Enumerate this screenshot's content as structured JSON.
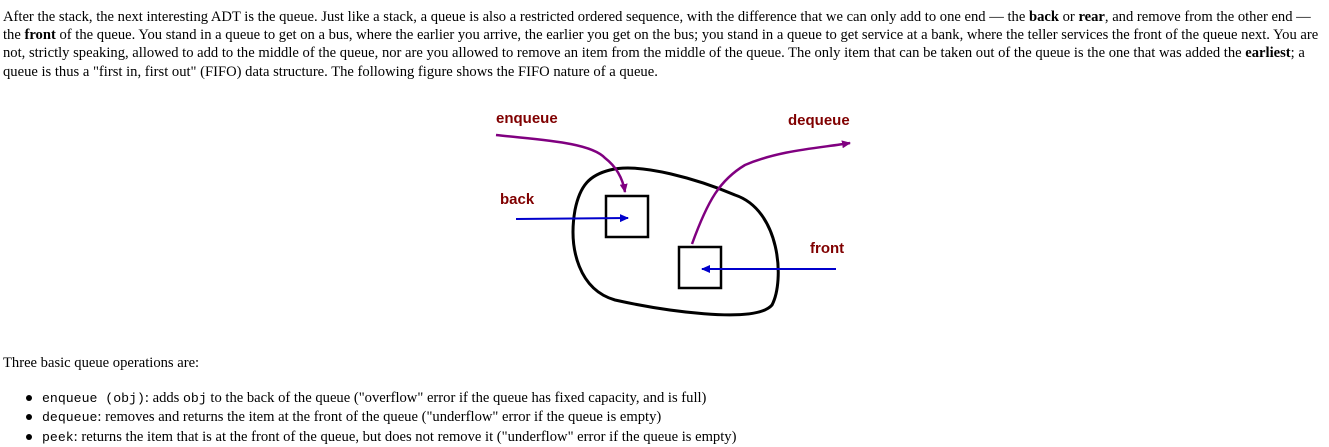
{
  "intro": {
    "t1": "After the stack, the next interesting ADT is the queue. Just like a stack, a queue is also a restricted ordered sequence, with the difference that we can only add to one end — the ",
    "b1": "back",
    "t2": " or ",
    "b2": "rear",
    "t3": ", and remove from the other end — the ",
    "b3": "front",
    "t4": " of the queue. You stand in a queue to get on a bus, where the earlier you arrive, the earlier you get on the bus; you stand in a queue to get service at a bank, where the teller services the front of the queue next. You are not, strictly speaking, allowed to add to the middle of the queue, nor are you allowed to remove an item from the middle of the queue. The only item that can be taken out of the queue is the one that was added the ",
    "b4": "earliest",
    "t5": "; a queue is thus a \"first in, first out\" (FIFO) data structure. The following figure shows the FIFO nature of a queue."
  },
  "figure": {
    "enqueue_label": "enqueue",
    "dequeue_label": "dequeue",
    "back_label": "back",
    "front_label": "front",
    "colors": {
      "label": "#800000",
      "enqueue_arrow": "#800080",
      "pointer_arrow": "#0000cc",
      "outline": "#000000"
    }
  },
  "operations": {
    "intro": "Three basic queue operations are:",
    "items": [
      {
        "name": "enqueue (obj)",
        "text_before": ": adds ",
        "arg": "obj",
        "text_after": " to the back of the queue (\"overflow\" error if the queue has fixed capacity, and is full)"
      },
      {
        "name": "dequeue",
        "text_before": ": removes and returns the item at the front of the queue (\"underflow\" error if the queue is empty)",
        "arg": "",
        "text_after": ""
      },
      {
        "name": "peek",
        "text_before": ": returns the item that is at the front of the queue, but does not remove it (\"underflow\" error if the queue is empty)",
        "arg": "",
        "text_after": ""
      }
    ]
  }
}
